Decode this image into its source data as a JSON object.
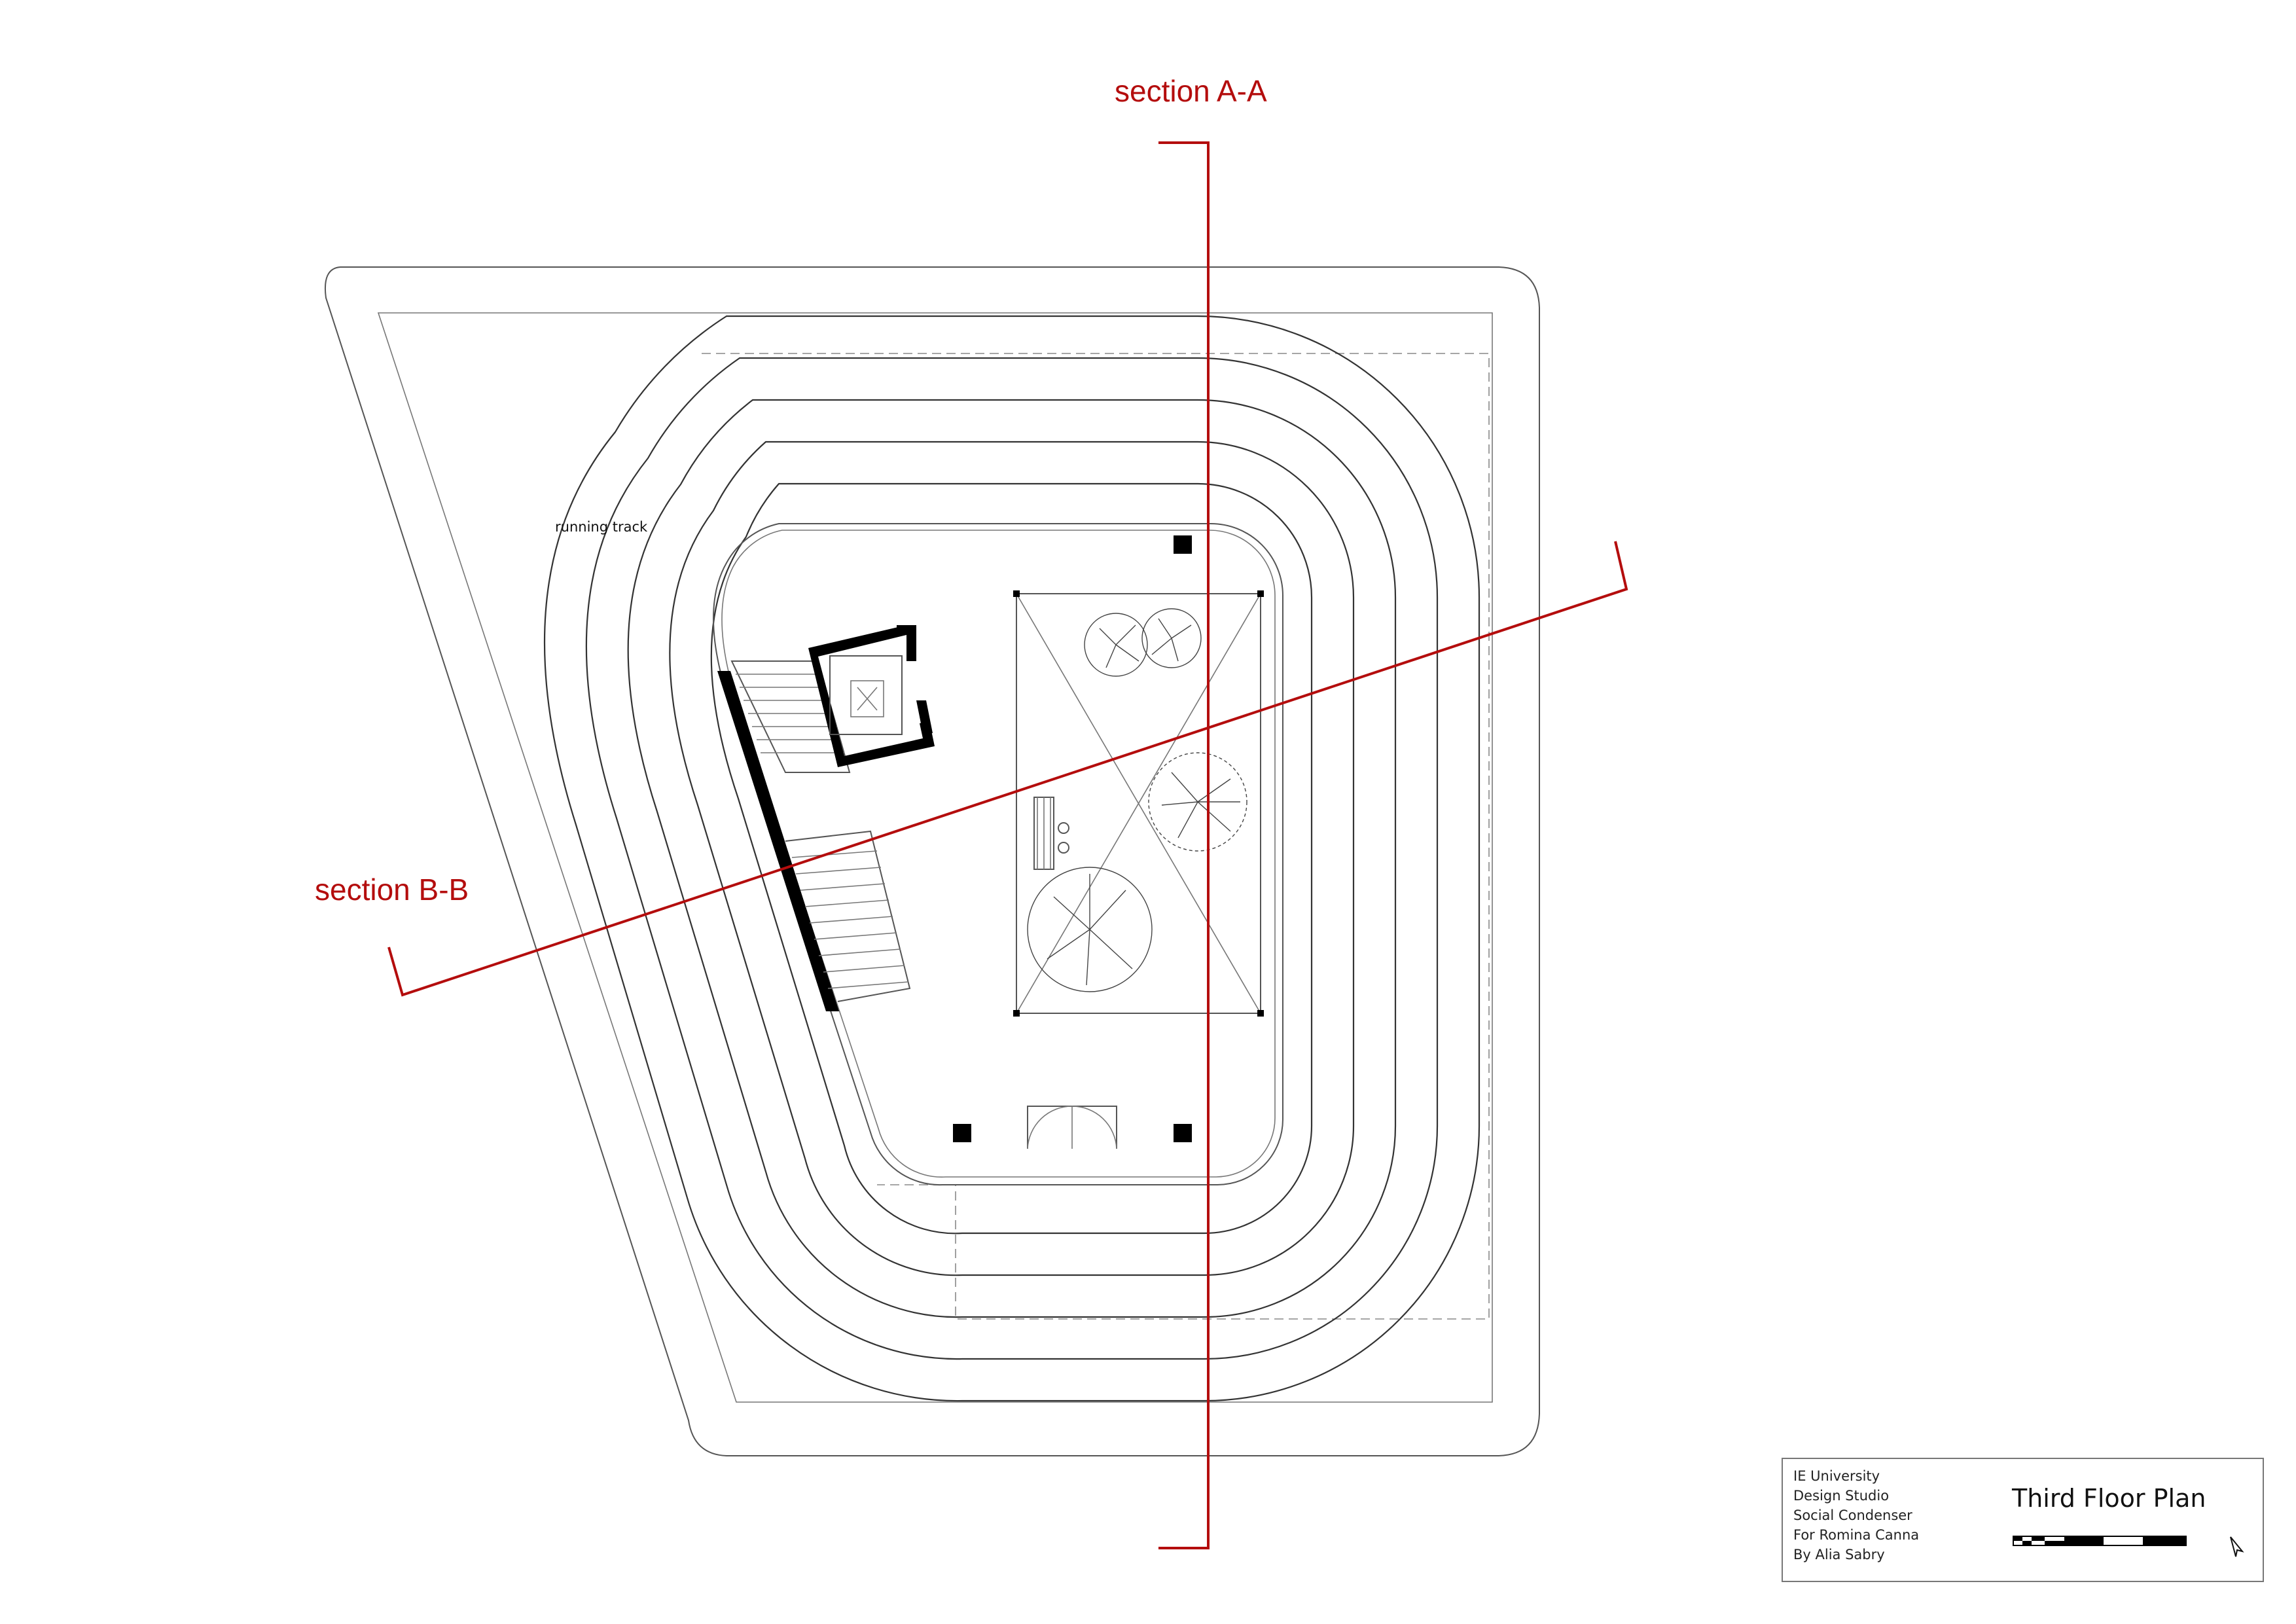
{
  "sections": {
    "a_label": "section A-A",
    "b_label": "section B-B"
  },
  "plan": {
    "track_label": "running track"
  },
  "title_block": {
    "credits": [
      "IE University",
      "Design Studio",
      "Social Condenser",
      "For Romina Canna",
      "By Alia Sabry"
    ],
    "title": "Third Floor Plan"
  },
  "colors": {
    "section_line": "#b40d0d",
    "linework": "#555555"
  },
  "icons": [
    "north-arrow-icon",
    "tree-icon",
    "bench-icon",
    "lift-icon"
  ]
}
